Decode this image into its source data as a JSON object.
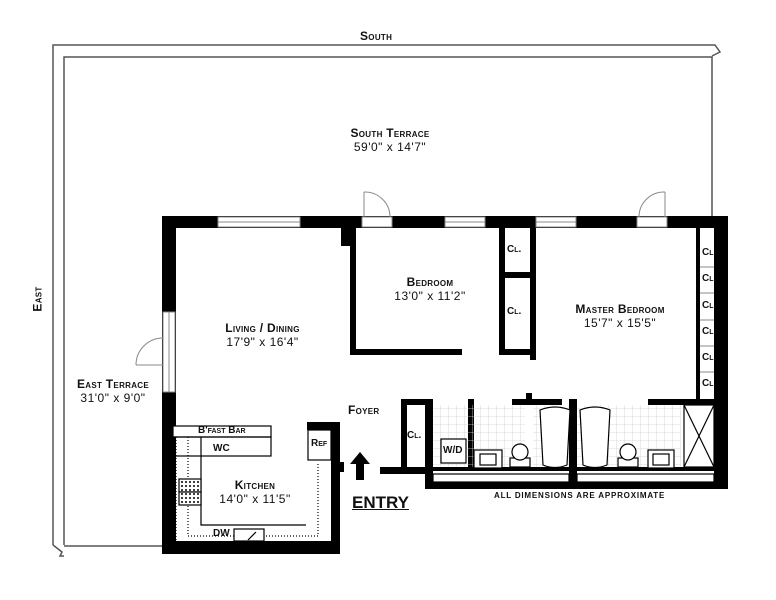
{
  "plan": {
    "orientation": {
      "south": "South",
      "east": "East"
    },
    "rooms": {
      "south_terrace": {
        "name": "South Terrace",
        "dims": "59'0\"  x  14'7\""
      },
      "east_terrace": {
        "name": "East Terrace",
        "dims": "31'0\"  x  9'0\""
      },
      "living_dining": {
        "name": "Living / Dining",
        "dims": "17'9\"  x  16'4\""
      },
      "bedroom": {
        "name": "Bedroom",
        "dims": "13'0\"  x  11'2\""
      },
      "master_bedroom": {
        "name": "Master Bedroom",
        "dims": "15'7\"  x  15'5\""
      },
      "kitchen": {
        "name": "Kitchen",
        "dims": "14'0\"  x  11'5\""
      },
      "foyer": {
        "name": "Foyer"
      }
    },
    "fixtures": {
      "closet": "Cl.",
      "bfast_bar": "B'fast Bar",
      "wc": "WC",
      "ref": "Ref",
      "dw": "DW",
      "wd": "W/D"
    },
    "entry_label": "ENTRY",
    "disclaimer": "ALL DIMENSIONS ARE APPROXIMATE",
    "colors": {
      "wall": "#000000",
      "outline": "#555555",
      "window": "#999999",
      "tile": "#cccccc"
    }
  }
}
